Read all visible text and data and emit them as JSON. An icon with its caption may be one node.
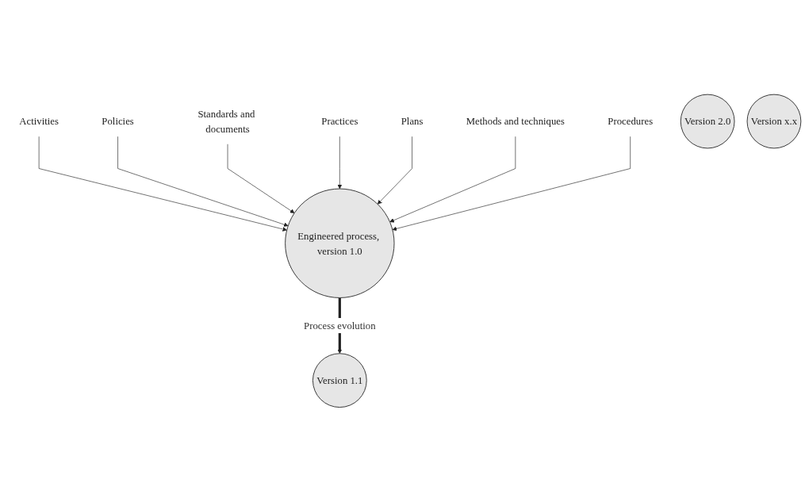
{
  "diagram": {
    "nodes": [
      {
        "text": [
          "Activities"
        ]
      },
      {
        "text": [
          "Policies"
        ]
      },
      {
        "text": [
          "Standards and documents"
        ]
      },
      {
        "text": [
          "Practices"
        ]
      },
      {
        "text": [
          "Plans"
        ]
      },
      {
        "text": [
          "Methods and techniques"
        ]
      },
      {
        "text": [
          "Procedures"
        ]
      },
      {
        "text": [
          "Engineered process, version 1.0"
        ]
      },
      {
        "text": [
          "Version 1.1"
        ]
      },
      {
        "text": [
          "Version 2.0"
        ]
      },
      {
        "text": [
          "Version x.x"
        ]
      }
    ],
    "edges": [
      {
        "from": 0,
        "to": 7,
        "arrow": "to"
      },
      {
        "from": 1,
        "to": 7,
        "arrow": "to"
      },
      {
        "from": 2,
        "to": 7,
        "arrow": "to"
      },
      {
        "from": 3,
        "to": 7,
        "arrow": "to"
      },
      {
        "from": 4,
        "to": 7,
        "arrow": "to"
      },
      {
        "from": 5,
        "to": 7,
        "arrow": "to"
      },
      {
        "from": 6,
        "to": 7,
        "arrow": "to"
      },
      {
        "from": 7,
        "to": 8,
        "arrow": "to",
        "label": "Process evolution",
        "style": "thick"
      }
    ]
  }
}
